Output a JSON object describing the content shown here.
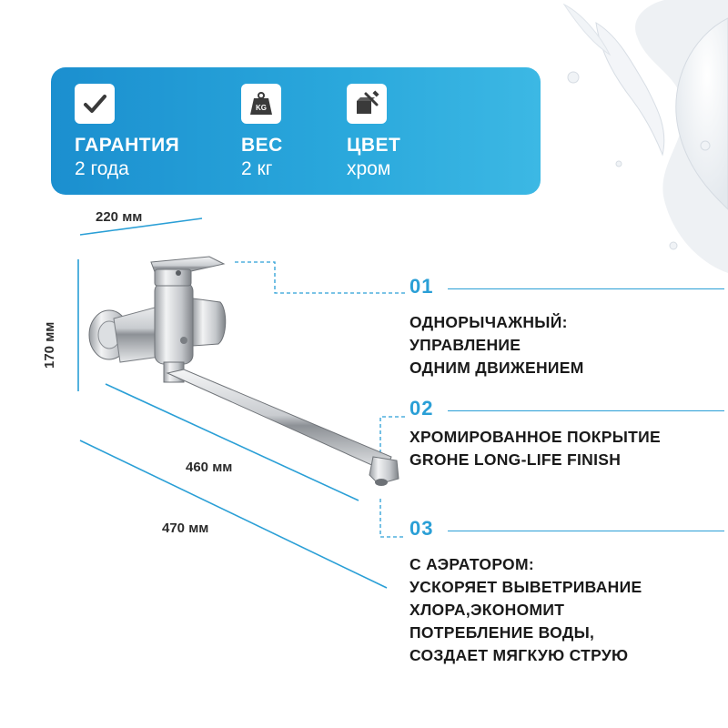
{
  "banner": {
    "specs": [
      {
        "icon": "checkmark-icon",
        "title": "ГАРАНТИЯ",
        "value": "2 года"
      },
      {
        "icon": "weight-kg-icon",
        "icon_text": "KG",
        "title": "ВЕС",
        "value": "2 кг"
      },
      {
        "icon": "paint-roller-icon",
        "title": "ЦВЕТ",
        "value": "хром"
      }
    ],
    "colors": {
      "start": "#1b8fcf",
      "end": "#3cb8e4"
    }
  },
  "dimensions": {
    "depth": "220 мм",
    "height": "170 мм",
    "spout": "460 мм",
    "total": "470 мм"
  },
  "features": [
    {
      "number": "01",
      "lines": [
        "ОДНОРЫЧАЖНЫЙ:",
        "УПРАВЛЕНИЕ",
        "ОДНИМ ДВИЖЕНИЕМ"
      ]
    },
    {
      "number": "02",
      "lines": [
        "ХРОМИРОВАННОЕ ПОКРЫТИЕ",
        "GROHE LONG-LIFE FINISH"
      ]
    },
    {
      "number": "03",
      "lines": [
        "С АЭРАТОРОМ:",
        "УСКОРЯЕТ ВЫВЕТРИВАНИЕ",
        "ХЛОРА,ЭКОНОМИТ",
        "ПОТРЕБЛЕНИЕ ВОДЫ,",
        "СОЗДАЕТ МЯГКУЮ СТРУЮ"
      ]
    }
  ],
  "accent_color": "#2a9fd6"
}
